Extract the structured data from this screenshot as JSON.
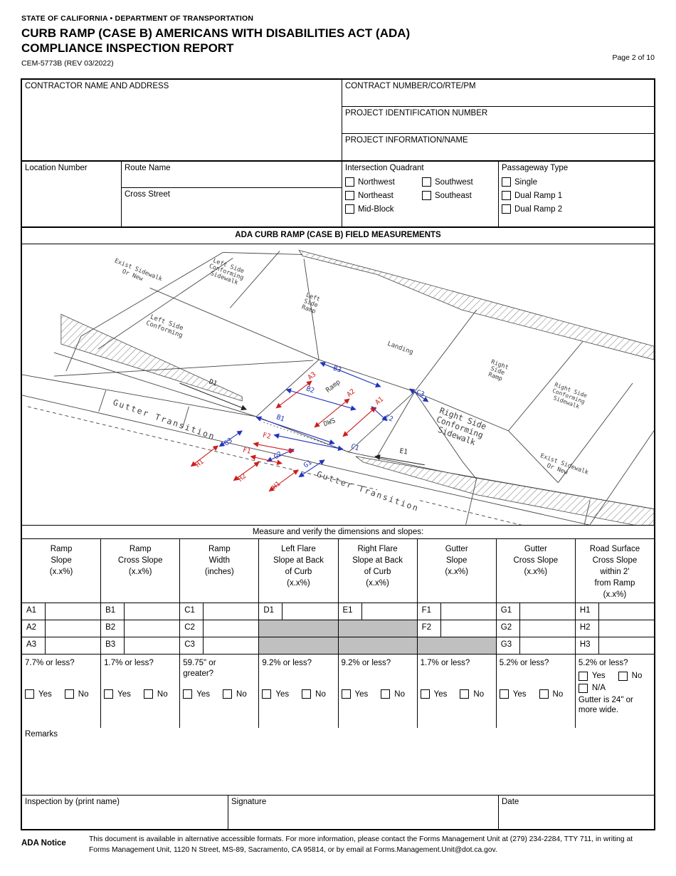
{
  "header": {
    "agency_line": "STATE OF CALIFORNIA • DEPARTMENT OF TRANSPORTATION",
    "title_line1": "CURB RAMP (CASE B) AMERICANS WITH DISABILITIES ACT (ADA)",
    "title_line2": "COMPLIANCE INSPECTION REPORT",
    "form_number": "CEM-5773B (REV 03/2022)",
    "page_label": "Page 2 of 10"
  },
  "contract": {
    "contractor_label": "CONTRACTOR NAME AND ADDRESS",
    "contract_number_label": "CONTRACT NUMBER/CO/RTE/PM",
    "project_id_label": "PROJECT IDENTIFICATION NUMBER",
    "project_info_label": "PROJECT INFORMATION/NAME"
  },
  "location": {
    "location_number_label": "Location Number",
    "route_name_label": "Route Name",
    "cross_street_label": "Cross Street",
    "intersection_quadrant_label": "Intersection Quadrant",
    "quadrant_options": [
      "Northwest",
      "Southwest",
      "Northeast",
      "Southeast",
      "Mid-Block"
    ],
    "passageway_type_label": "Passageway Type",
    "passageway_options": [
      "Single",
      "Dual Ramp 1",
      "Dual Ramp 2"
    ]
  },
  "section_title": "ADA CURB RAMP (CASE B) FIELD MEASUREMENTS",
  "diagram": {
    "labels": {
      "exist_left_1": "Exist Sidewalk",
      "exist_left_2": "Or New",
      "left_conf_sw_1": "Left Side",
      "left_conf_sw_2": "Conforming",
      "left_conf_sw_3": "Sidewalk",
      "left_conf_1": "Left Side",
      "left_conf_2": "Conforming",
      "left_ramp_1": "Left",
      "left_ramp_2": "Side",
      "left_ramp_3": "Ramp",
      "landing": "Landing",
      "right_ramp_1": "Right",
      "right_ramp_2": "Side",
      "right_ramp_3": "Ramp",
      "right_conf_small_1": "Right Side",
      "right_conf_small_2": "Conforming",
      "right_conf_small_3": "Sidewalk",
      "right_conf_big_1": "Right Side",
      "right_conf_big_2": "Conforming",
      "right_conf_big_3": "Sidewalk",
      "exist_right_1": "Exist Sidewalk",
      "exist_right_2": "Or New",
      "gutter_left": "Gutter Transition",
      "gutter_right": "Gutter Transition",
      "ramp": "Ramp",
      "dws": "DWS"
    },
    "dims": {
      "a1": "A1",
      "a2": "A2",
      "a3": "A3",
      "b1": "B1",
      "b2": "B2",
      "b3": "B3",
      "c1": "C1",
      "c2": "C2",
      "c3": "C3",
      "d1": "D1",
      "e1": "E1",
      "f1": "F1",
      "f2": "F2",
      "g1": "G1",
      "g2": "G2",
      "g3": "G3",
      "h1": "H1",
      "h2": "H2",
      "h1b": "H1"
    }
  },
  "measurements": {
    "instruction": "Measure and verify the dimensions and slopes:",
    "yes_label": "Yes",
    "no_label": "No",
    "columns": [
      {
        "header": "Ramp\nSlope\n(x.x%)",
        "rows": [
          "A1",
          "A2",
          "A3"
        ],
        "question": "7.7% or less?"
      },
      {
        "header": "Ramp\nCross Slope\n(x.x%)",
        "rows": [
          "B1",
          "B2",
          "B3"
        ],
        "question": "1.7% or less?"
      },
      {
        "header": "Ramp\nWidth\n(inches)",
        "rows": [
          "C1",
          "C2",
          "C3"
        ],
        "question": "59.75\" or\ngreater?"
      },
      {
        "header": "Left Flare\nSlope at Back\nof Curb\n(x.x%)",
        "rows": [
          "D1"
        ],
        "question": "9.2% or less?"
      },
      {
        "header": "Right Flare\nSlope at Back\nof Curb\n(x.x%)",
        "rows": [
          "E1"
        ],
        "question": "9.2% or less?"
      },
      {
        "header": "Gutter\nSlope\n(x.x%)",
        "rows": [
          "F1",
          "F2"
        ],
        "question": "1.7% or less?"
      },
      {
        "header": "Gutter\nCross Slope\n(x.x%)",
        "rows": [
          "G1",
          "G2",
          "G3"
        ],
        "question": "5.2% or less?"
      },
      {
        "header": "Road Surface\nCross Slope\nwithin 2'\nfrom Ramp\n(x.x%)",
        "rows": [
          "H1",
          "H2",
          "H3"
        ],
        "question": "5.2% or less?",
        "na_label": "N/A",
        "note": "Gutter is 24\" or more wide."
      }
    ]
  },
  "remarks_label": "Remarks",
  "signature": {
    "inspection_by_label": "Inspection by (print name)",
    "signature_label": "Signature",
    "date_label": "Date"
  },
  "ada_notice": {
    "label": "ADA Notice",
    "text": "This document is available in alternative accessible formats. For more information, please contact the Forms Management Unit at (279) 234-2284, TTY 711, in writing at Forms Management Unit, 1120 N Street, MS-89, Sacramento, CA 95814, or by email at Forms.Management.Unit@dot.ca.gov."
  },
  "colors": {
    "dim_red": "#cc1d1d",
    "dim_blue": "#2233bb",
    "gray_cell": "#c0c0c0"
  }
}
